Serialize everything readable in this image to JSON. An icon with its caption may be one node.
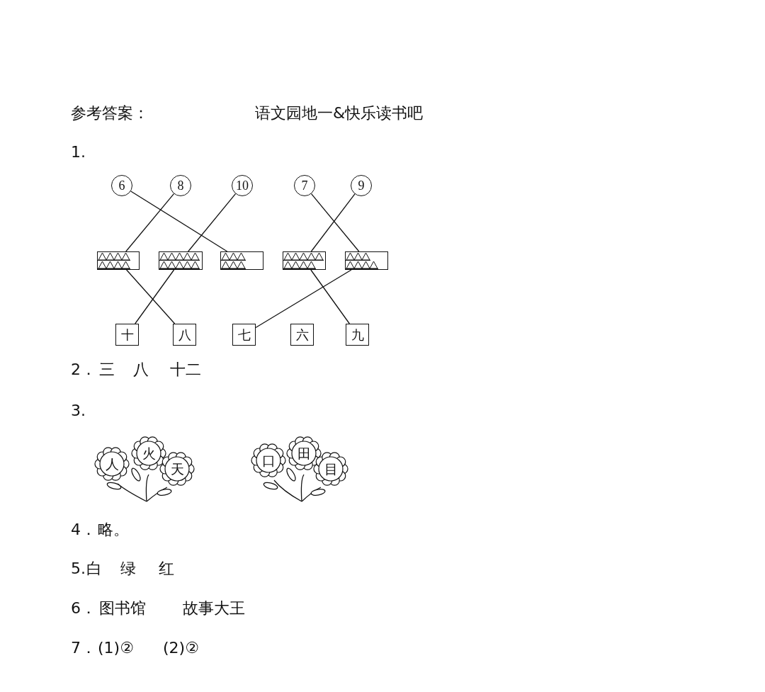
{
  "diagram": {
    "title": "语文园地一&快乐读书吧",
    "nodes": [
      {
        "text": [
          "6"
        ]
      },
      {
        "text": [
          "8"
        ]
      },
      {
        "text": [
          "10"
        ]
      },
      {
        "text": [
          "7"
        ]
      },
      {
        "text": [
          "9"
        ]
      },
      {
        "text": [],
        "shape": "box"
      },
      {
        "text": [],
        "shape": "box"
      },
      {
        "text": [],
        "shape": "box"
      },
      {
        "text": [],
        "shape": "box"
      },
      {
        "text": [],
        "shape": "box"
      },
      {
        "text": [
          "十"
        ]
      },
      {
        "text": [
          "八"
        ]
      },
      {
        "text": [
          "七"
        ]
      },
      {
        "text": [
          "六"
        ]
      },
      {
        "text": [
          "九"
        ]
      },
      {
        "text": [
          "人"
        ]
      },
      {
        "text": [
          "火"
        ]
      },
      {
        "text": [
          "天"
        ]
      },
      {
        "text": [
          "口"
        ]
      },
      {
        "text": [
          "田"
        ]
      },
      {
        "text": [
          "目"
        ]
      }
    ],
    "edges": [
      {
        "from": 0,
        "to": 7,
        "arrow": "none"
      },
      {
        "from": 1,
        "to": 5,
        "arrow": "none"
      },
      {
        "from": 2,
        "to": 6,
        "arrow": "none"
      },
      {
        "from": 3,
        "to": 9,
        "arrow": "none"
      },
      {
        "from": 4,
        "to": 8,
        "arrow": "none"
      },
      {
        "from": 5,
        "to": 11,
        "arrow": "none"
      },
      {
        "from": 6,
        "to": 10,
        "arrow": "none"
      },
      {
        "from": 8,
        "to": 14,
        "arrow": "none"
      },
      {
        "from": 9,
        "to": 12,
        "arrow": "none"
      }
    ],
    "labels": [
      "参考答案：",
      "1.",
      "2．",
      "三",
      "八",
      "十二",
      "3.",
      "4．",
      "略。",
      "5.",
      "白",
      "绿",
      "红",
      "6．",
      "图书馆",
      "故事大王",
      "7．",
      "(1)②",
      "(2)②"
    ]
  }
}
